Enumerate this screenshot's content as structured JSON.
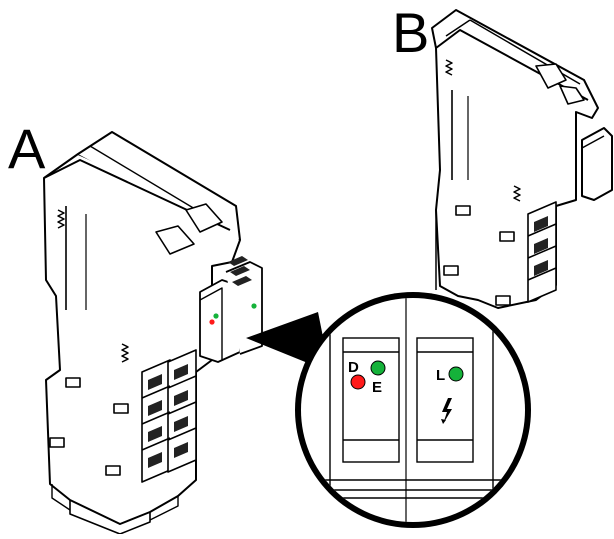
{
  "figure": {
    "labels": {
      "a": "A",
      "b": "B"
    },
    "zoom_callout": {
      "led_d": "D",
      "led_e": "E",
      "led_l": "L",
      "colors": {
        "red": "#ff1a1a",
        "green": "#15b23a",
        "line": "#000000",
        "bg": "#ffffff",
        "gray": "#6e6e6e"
      }
    },
    "icon_names": [
      "led-indicator-icon",
      "lightning-bolt-icon"
    ]
  }
}
